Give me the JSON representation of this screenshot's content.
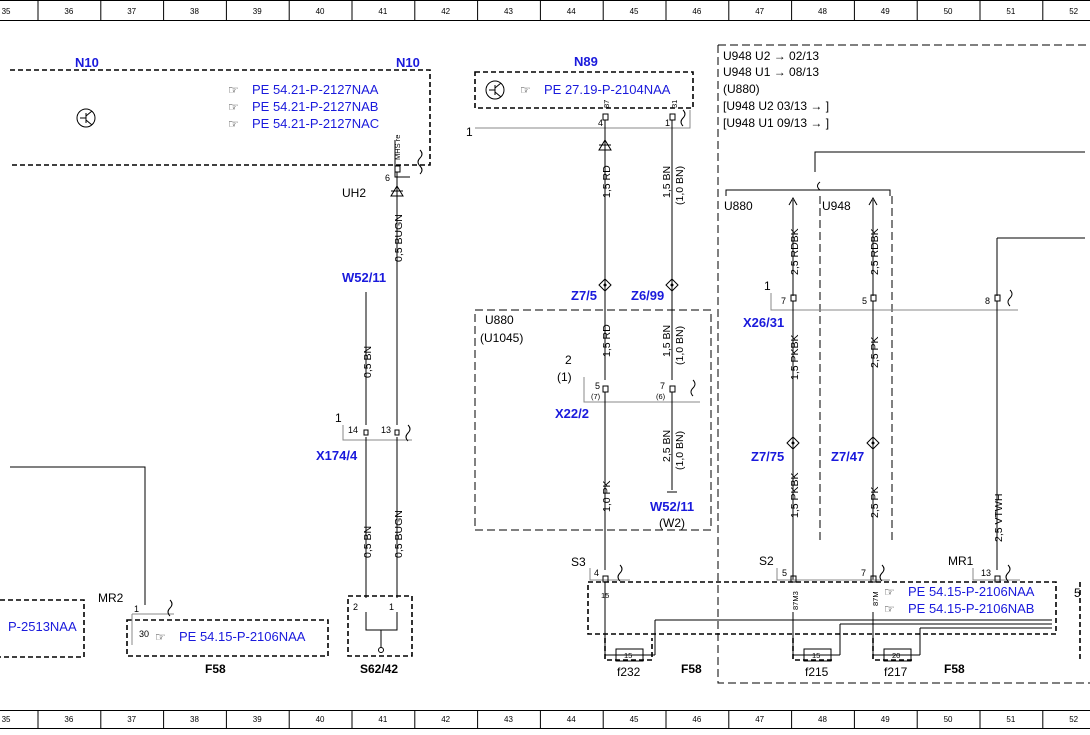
{
  "ruler": [
    "35",
    "36",
    "37",
    "38",
    "39",
    "40",
    "41",
    "42",
    "43",
    "44",
    "45",
    "46",
    "47",
    "48",
    "49",
    "50",
    "51",
    "52"
  ],
  "components": {
    "n10_left": "N10",
    "n10_right": "N10",
    "n89": "N89",
    "w52_11_top": "W52/11",
    "x174_4": "X174/4",
    "z7_5": "Z7/5",
    "z6_99": "Z6/99",
    "x22_2": "X22/2",
    "w52_11_bottom": "W52/11",
    "x26_31": "X26/31",
    "z7_75": "Z7/75",
    "z7_47": "Z7/47",
    "f58_left": "F58",
    "s62_42": "S62/42",
    "f58_mid": "F58",
    "f58_right": "F58",
    "f232": "f232",
    "f215": "f215",
    "f217": "f217"
  },
  "refs": {
    "n10_a": "PE 54.21-P-2127NAA",
    "n10_b": "PE 54.21-P-2127NAB",
    "n10_c": "PE 54.21-P-2127NAC",
    "n89": "PE 27.19-P-2104NAA",
    "f58_left": "PE 54.15-P-2106NAA",
    "f58_right_a": "PE 54.15-P-2106NAA",
    "f58_right_b": "PE 54.15-P-2106NAB",
    "edge_left": "P-2513NAA"
  },
  "variants": {
    "u948_u2": "U948  U2 → 02/13",
    "u948_u1": "U948  U1 → 08/13",
    "u880": "(U880)",
    "u948_u2b": "[U948  U2  03/13 → ]",
    "u948_u1b": "[U948  U1  09/13 → ]",
    "box_u880": "U880",
    "box_u1045": "(U1045)",
    "branch_u880": "U880",
    "branch_u948": "U948",
    "w2": "(W2)"
  },
  "nodes": {
    "uh2": "UH2",
    "mr2": "MR2",
    "s3": "S3",
    "s2": "S2",
    "mr1": "MR1"
  },
  "wires": {
    "bugn_top": "0,5 BUGN",
    "bn_a": "0,5 BN",
    "bn_b": "0,5 BN",
    "bugn_bottom": "0,5 BUGN",
    "rd_top": "1,5 RD",
    "rd_mid": "1,5 RD",
    "pk_low": "1,0 PK",
    "bn_top": "1,5 BN",
    "bn_top_alt": "(1,0 BN)",
    "bn_mid": "1,5 BN",
    "bn_mid_alt": "(1,0 BN)",
    "bn_low": "2,5 BN",
    "bn_low_alt": "(1,0 BN)",
    "rdbk_1": "2,5 RDBK",
    "rdbk_2": "2,5 RDBK",
    "pkbk_1": "1,5 PKBK",
    "pkbk_2": "1,5 PKBK",
    "pk_1": "2,5 PK",
    "pk_2": "2,5 PK",
    "vtwh": "2,5 VTWH"
  },
  "pins": {
    "n10_6": "6",
    "n10_mhs": "MHS re",
    "n89_4": "4",
    "n89_1": "1",
    "n89_87": "87",
    "n89_31": "31",
    "n89_line": "1",
    "x174_line": "1",
    "x174_14": "14",
    "x174_13": "13",
    "x22_2": "2",
    "x22_1": "(1)",
    "x22_5": "5",
    "x22_7s": "(7)",
    "x22_7": "7",
    "x22_6": "(6)",
    "x26_line": "1",
    "x26_7": "7",
    "x26_5": "5",
    "x26_8": "8",
    "mr2_1": "1",
    "f58_30": "30",
    "s62_2": "2",
    "s62_1": "1",
    "f58_4": "4",
    "f58_15": "15",
    "f58_5": "5",
    "f58_7": "7",
    "f58_13": "13",
    "f58_87m3": "87M3",
    "f58_87m": "87M",
    "fuse_232": "15",
    "fuse_215": "15",
    "fuse_217": "20",
    "edge_5": "5"
  }
}
